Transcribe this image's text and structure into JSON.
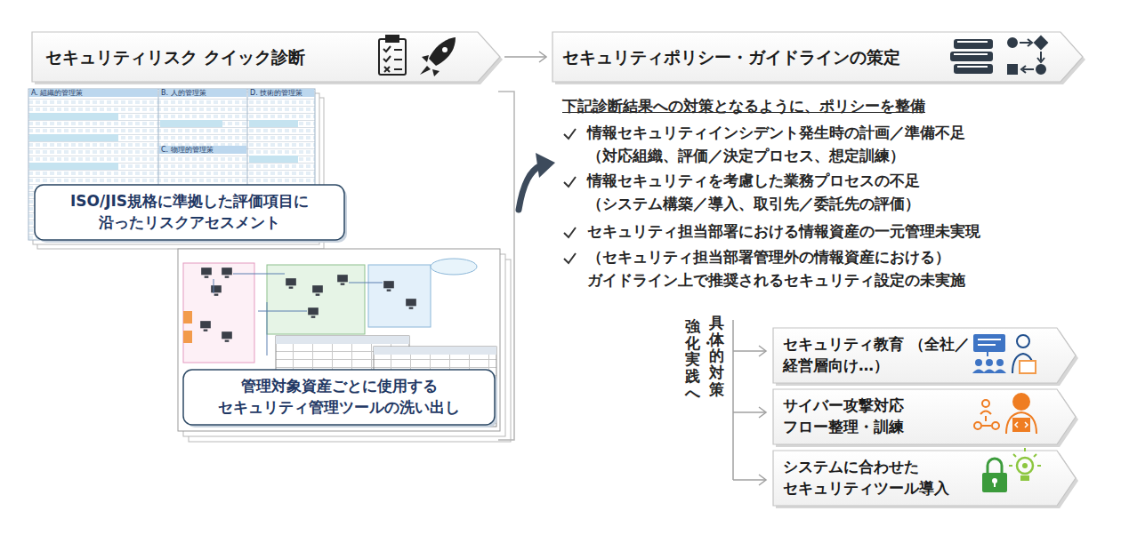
{
  "diagram": {
    "nodes": [
      {
        "text": [
          "セキュリティリスク クイック診断"
        ]
      },
      {
        "text": [
          "セキュリティポリシー・ガイドラインの策定"
        ]
      },
      {
        "text": [
          "ISO/JIS規格に準拠した評価項目に 沿ったリスクアセスメント"
        ]
      },
      {
        "text": [
          "管理対象資産ごとに使用する セキュリティ管理ツールの洗い出し"
        ]
      },
      {
        "text": [
          "セキュリティ教育 （全社／経営層向け…）"
        ]
      },
      {
        "text": [
          "サイバー攻撃対応 フロー整理・訓練"
        ]
      },
      {
        "text": [
          "システムに合わせた セキュリティツール導入"
        ]
      }
    ],
    "edges": [
      {
        "from": 0,
        "to": 1,
        "arrow": "to"
      }
    ],
    "labels": [
      "下記診断結果への対策となるように、ポリシーを整備",
      "情報セキュリティインシデント発生時の計画／準備不足 （対応組織、評価／決定プロセス、想定訓練）",
      "情報セキュリティを考慮した業務プロセスの不足 （システム構築／導入、取引先／委託先の評価）",
      "セキュリティ担当部署における情報資産の一元管理未実現",
      "（セキュリティ担当部署管理外の情報資産における） ガイドライン上で推奨されるセキュリティ設定の未実施",
      "具体的対策",
      "強化・実践へ",
      "A. 組織的管理策",
      "B. 人的管理策",
      "C. 物理的管理策",
      "D. 技術的管理策"
    ]
  }
}
